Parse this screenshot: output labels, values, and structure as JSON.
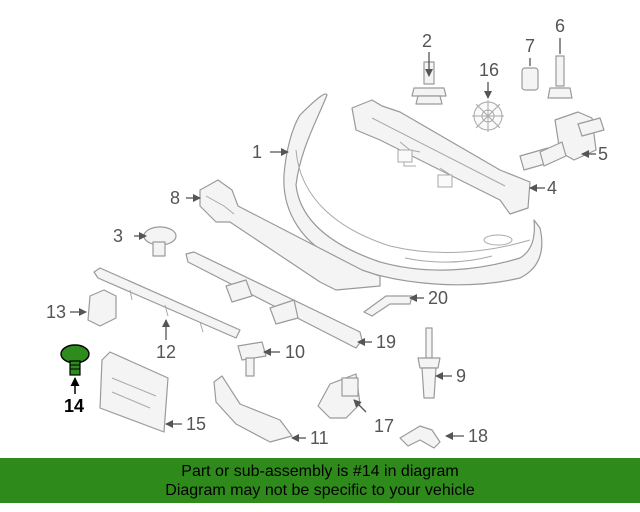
{
  "callouts": {
    "c1": "1",
    "c2": "2",
    "c3": "3",
    "c4": "4",
    "c5": "5",
    "c6": "6",
    "c7": "7",
    "c8": "8",
    "c9": "9",
    "c10": "10",
    "c11": "11",
    "c12": "12",
    "c13": "13",
    "c14": "14",
    "c15": "15",
    "c16": "16",
    "c17": "17",
    "c18": "18",
    "c19": "19",
    "c20": "20"
  },
  "highlighted_part": "14",
  "colors": {
    "banner": "#2f8a1c",
    "highlight_part": "#2e8b1e",
    "linework": "#9a9a9a"
  },
  "banner": {
    "line1": "Part or sub-assembly is #14 in diagram",
    "line2": "Diagram may not be specific to your vehicle"
  }
}
